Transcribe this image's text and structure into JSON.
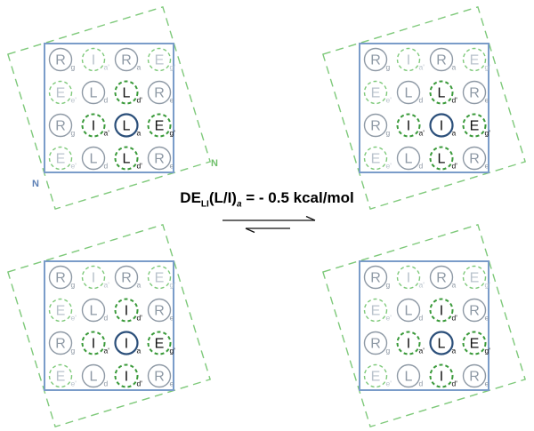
{
  "colors": {
    "frame": "#7a9cc9",
    "helix_dash": "#7ec97a",
    "gray_letter": "#8e99a5",
    "light_letter": "#b9c3cc",
    "green_circle": "#3a9a3a",
    "blue_circle": "#2b4f7a",
    "black_letter": "#111111",
    "n_label": "#5b7fb5",
    "n_label_green": "#6fbf6a"
  },
  "equation": {
    "prefix": "DE",
    "sub": "LI",
    "paren": "(L/I)",
    "sub2": "a",
    "rest": " = - 0.5 kcal/mol"
  },
  "panels": [
    {
      "id": "top-left",
      "n_labels": [
        "N",
        "N"
      ],
      "grid": [
        [
          {
            "l": "R",
            "s": "g",
            "t": "ring"
          },
          {
            "l": "I",
            "s": "a'",
            "t": "dashlight"
          },
          {
            "l": "R",
            "s": "a",
            "t": "ring"
          },
          {
            "l": "E",
            "s": "g'",
            "t": "dashlight"
          }
        ],
        [
          {
            "l": "E",
            "s": "e'",
            "t": "dashlight"
          },
          {
            "l": "L",
            "s": "d",
            "t": "ring"
          },
          {
            "l": "L",
            "s": "d'",
            "t": "dash"
          },
          {
            "l": "R",
            "s": "e",
            "t": "ring"
          }
        ],
        [
          {
            "l": "R",
            "s": "g",
            "t": "ring"
          },
          {
            "l": "I",
            "s": "a'",
            "t": "dash"
          },
          {
            "l": "L",
            "s": "a",
            "t": "solid"
          },
          {
            "l": "E",
            "s": "g'",
            "t": "dash"
          }
        ],
        [
          {
            "l": "E",
            "s": "e'",
            "t": "dashlight"
          },
          {
            "l": "L",
            "s": "d",
            "t": "ring"
          },
          {
            "l": "L",
            "s": "d'",
            "t": "dash"
          },
          {
            "l": "R",
            "s": "e",
            "t": "ring"
          }
        ]
      ]
    },
    {
      "id": "top-right",
      "grid": [
        [
          {
            "l": "R",
            "s": "g",
            "t": "ring"
          },
          {
            "l": "I",
            "s": "a'",
            "t": "dashlight"
          },
          {
            "l": "R",
            "s": "a",
            "t": "ring"
          },
          {
            "l": "E",
            "s": "g'",
            "t": "dashlight"
          }
        ],
        [
          {
            "l": "E",
            "s": "e'",
            "t": "dashlight"
          },
          {
            "l": "L",
            "s": "d",
            "t": "ring"
          },
          {
            "l": "L",
            "s": "d'",
            "t": "dash"
          },
          {
            "l": "R",
            "s": "e",
            "t": "ring"
          }
        ],
        [
          {
            "l": "R",
            "s": "g",
            "t": "ring"
          },
          {
            "l": "I",
            "s": "a'",
            "t": "dash"
          },
          {
            "l": "I",
            "s": "a",
            "t": "solid"
          },
          {
            "l": "E",
            "s": "g'",
            "t": "dash"
          }
        ],
        [
          {
            "l": "E",
            "s": "e'",
            "t": "dashlight"
          },
          {
            "l": "L",
            "s": "d",
            "t": "ring"
          },
          {
            "l": "L",
            "s": "d'",
            "t": "dash"
          },
          {
            "l": "R",
            "s": "e",
            "t": "ring"
          }
        ]
      ]
    },
    {
      "id": "bottom-left",
      "grid": [
        [
          {
            "l": "R",
            "s": "g",
            "t": "ring"
          },
          {
            "l": "I",
            "s": "a'",
            "t": "dashlight"
          },
          {
            "l": "R",
            "s": "a",
            "t": "ring"
          },
          {
            "l": "E",
            "s": "g'",
            "t": "dashlight"
          }
        ],
        [
          {
            "l": "E",
            "s": "e'",
            "t": "dashlight"
          },
          {
            "l": "L",
            "s": "d",
            "t": "ring"
          },
          {
            "l": "I",
            "s": "d'",
            "t": "dash"
          },
          {
            "l": "R",
            "s": "e",
            "t": "ring"
          }
        ],
        [
          {
            "l": "R",
            "s": "g",
            "t": "ring"
          },
          {
            "l": "I",
            "s": "a'",
            "t": "dash"
          },
          {
            "l": "I",
            "s": "a",
            "t": "solid"
          },
          {
            "l": "E",
            "s": "g'",
            "t": "dash"
          }
        ],
        [
          {
            "l": "E",
            "s": "e'",
            "t": "dashlight"
          },
          {
            "l": "L",
            "s": "d",
            "t": "ring"
          },
          {
            "l": "I",
            "s": "d'",
            "t": "dash"
          },
          {
            "l": "R",
            "s": "e",
            "t": "ring"
          }
        ]
      ]
    },
    {
      "id": "bottom-right",
      "grid": [
        [
          {
            "l": "R",
            "s": "g",
            "t": "ring"
          },
          {
            "l": "I",
            "s": "a'",
            "t": "dashlight"
          },
          {
            "l": "R",
            "s": "a",
            "t": "ring"
          },
          {
            "l": "E",
            "s": "g'",
            "t": "dashlight"
          }
        ],
        [
          {
            "l": "E",
            "s": "e'",
            "t": "dashlight"
          },
          {
            "l": "L",
            "s": "d",
            "t": "ring"
          },
          {
            "l": "I",
            "s": "d'",
            "t": "dash"
          },
          {
            "l": "R",
            "s": "e",
            "t": "ring"
          }
        ],
        [
          {
            "l": "R",
            "s": "g",
            "t": "ring"
          },
          {
            "l": "I",
            "s": "a'",
            "t": "dash"
          },
          {
            "l": "L",
            "s": "a",
            "t": "solid"
          },
          {
            "l": "E",
            "s": "g'",
            "t": "dash"
          }
        ],
        [
          {
            "l": "E",
            "s": "e'",
            "t": "dashlight"
          },
          {
            "l": "L",
            "s": "d",
            "t": "ring"
          },
          {
            "l": "I",
            "s": "d'",
            "t": "dash"
          },
          {
            "l": "R",
            "s": "e",
            "t": "ring"
          }
        ]
      ]
    }
  ]
}
